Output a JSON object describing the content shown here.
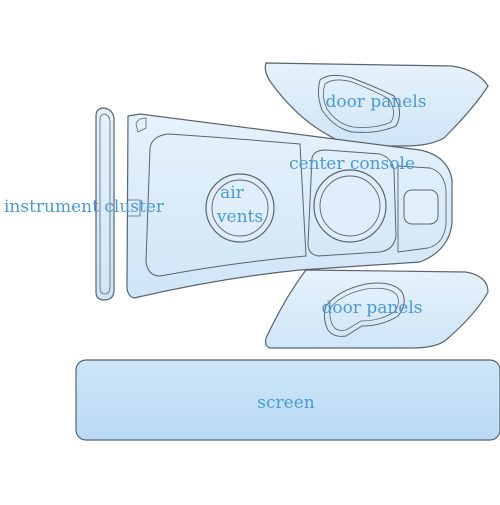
{
  "colors": {
    "panel_fill": "#d4e8f8",
    "panel_fill_light": "#e6f2fb",
    "screen_fill": "#c2dff6",
    "outline": "#5a6470",
    "label": "#4a9ad8"
  },
  "labels": {
    "door_panels_top": "door panels",
    "center_console": "center console",
    "instrument_cluster": "instrument cluster",
    "air_vents_line1": "air",
    "air_vents_line2": "vents",
    "door_panels_bottom": "door panels",
    "screen": "screen"
  }
}
